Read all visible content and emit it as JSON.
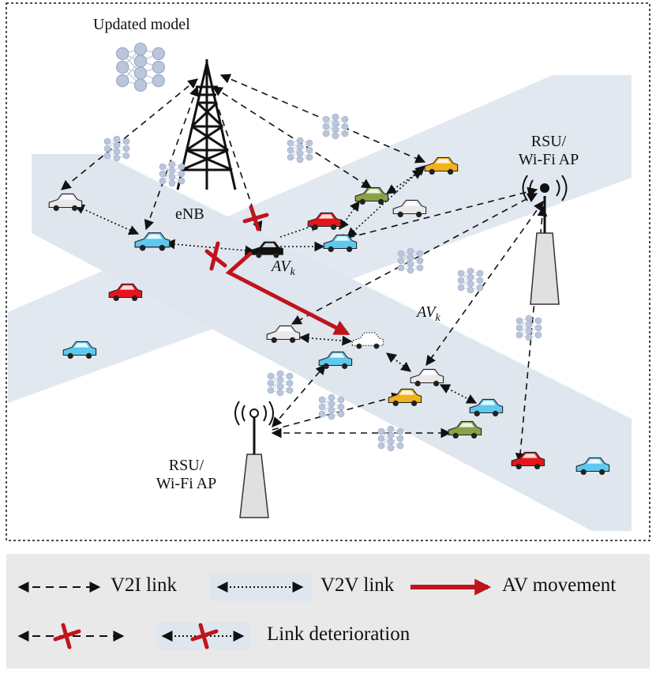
{
  "labels": {
    "updated_model": "Updated model",
    "enb": "eNB",
    "rsu_right_line1": "RSU/",
    "rsu_right_line2": "Wi-Fi AP",
    "rsu_left_line1": "RSU/",
    "rsu_left_line2": "Wi-Fi AP",
    "av_label_1_base": "AV",
    "av_label_1_sub": "k",
    "av_label_2_base": "AV",
    "av_label_2_sub": "k"
  },
  "legend": {
    "v2i": "V2I link",
    "v2v": "V2V link",
    "av_movement": "AV movement",
    "link_deterioration": "Link deterioration"
  },
  "colors": {
    "road": "#dfe6ee",
    "legend_bg": "#e9e9e9",
    "accent_red": "#c0141c",
    "car_blue": "#5fc8ee",
    "car_red": "#e8141c",
    "car_yellow": "#f2b21e",
    "car_green": "#8aa14a",
    "car_white": "#e9e9e9",
    "car_black": "#111111",
    "nn_node": "#b8c4d8"
  }
}
